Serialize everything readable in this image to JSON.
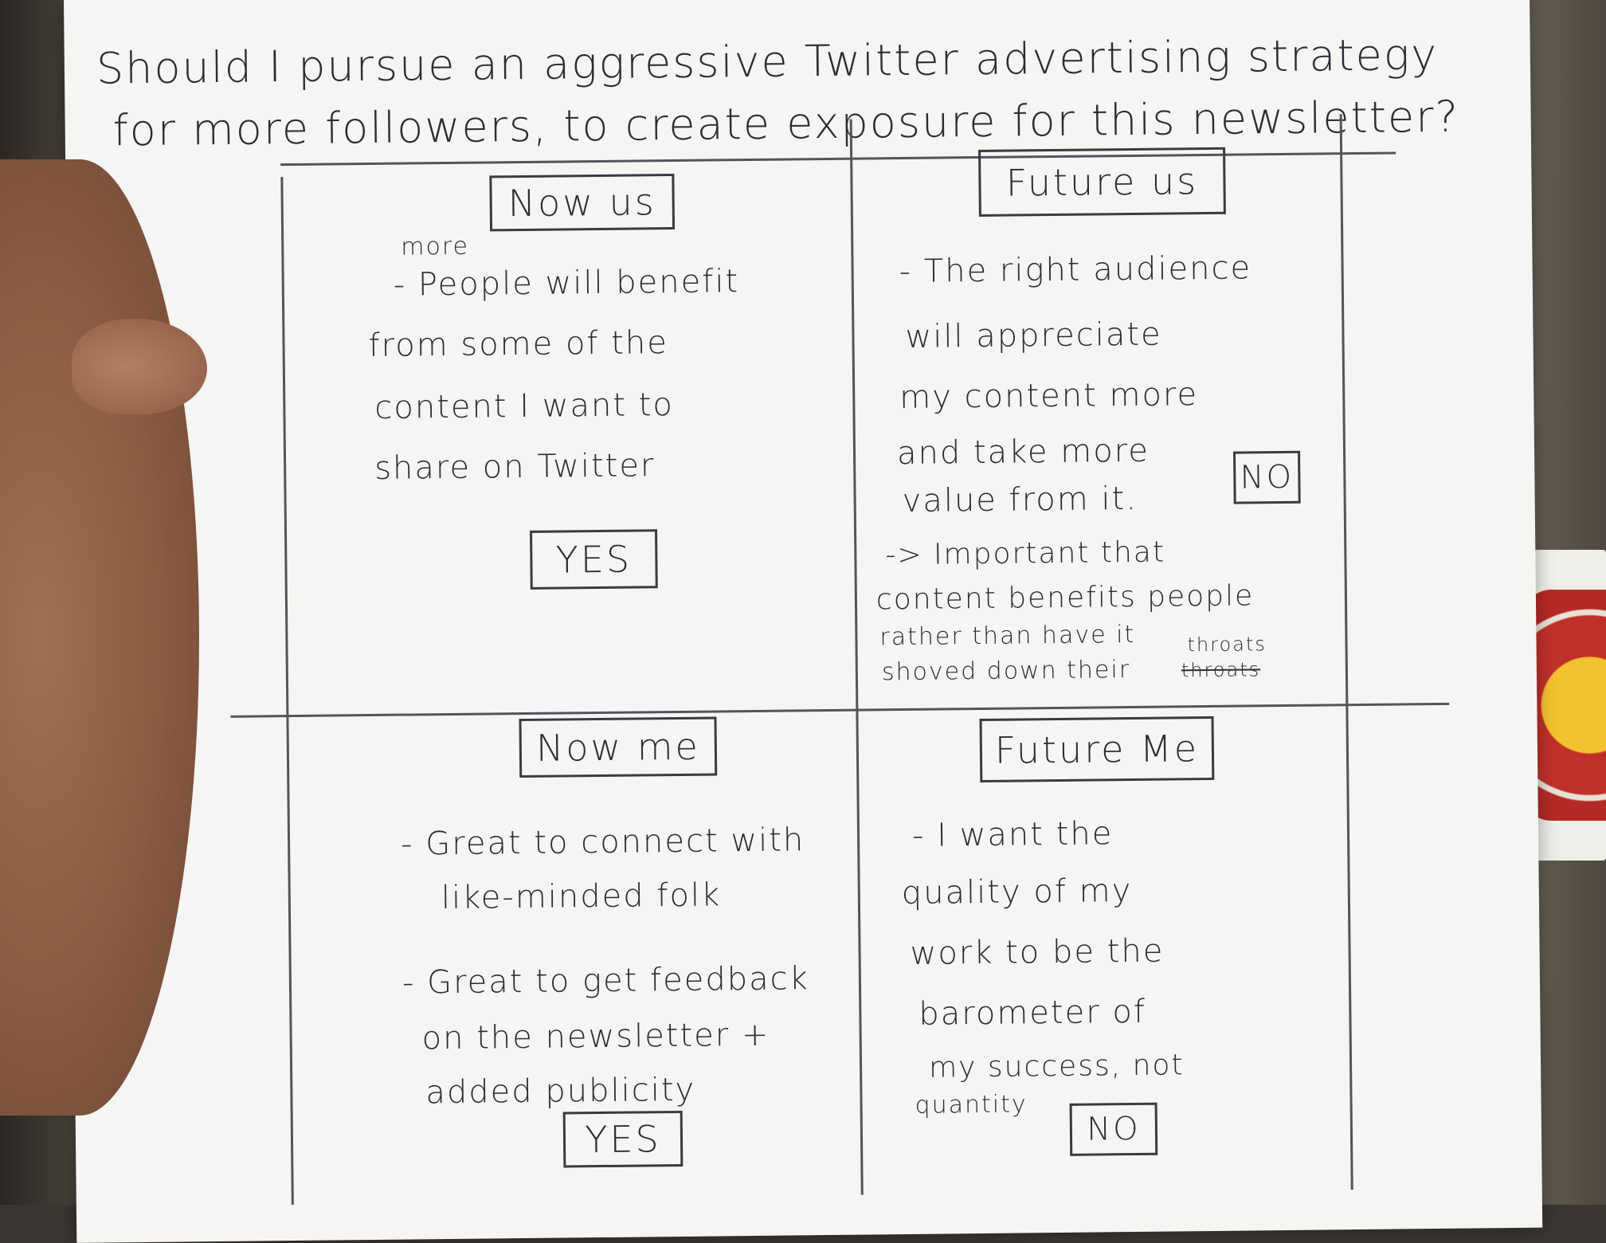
{
  "question": {
    "line1": "Should I pursue an aggressive Twitter advertising strategy",
    "line2": "for more followers, to create exposure for this newsletter?"
  },
  "quadrants": {
    "now_us": {
      "heading": "Now us",
      "insert": "more",
      "lines": [
        "- People will benefit",
        "from some of the",
        "content I want to",
        "share on Twitter"
      ],
      "verdict": "YES"
    },
    "future_us": {
      "heading": "Future us",
      "lines": [
        "- The right audience",
        "will appreciate",
        "my content more",
        "and take more",
        "value from it."
      ],
      "note_lines": [
        "-> Important that",
        "content benefits people",
        "rather than have it",
        "shoved down their"
      ],
      "struck_word": "throats",
      "correction": "throats",
      "verdict": "NO"
    },
    "now_me": {
      "heading": "Now me",
      "lines": [
        "- Great to connect with",
        "like-minded folk",
        "- Great to get feedback",
        "on the newsletter +",
        "added publicity"
      ],
      "verdict": "YES"
    },
    "future_me": {
      "heading": "Future Me",
      "lines": [
        "- I want the",
        "quality of my",
        "work to be the",
        "barometer of",
        "my success, not",
        "quantity"
      ],
      "verdict": "NO"
    }
  }
}
